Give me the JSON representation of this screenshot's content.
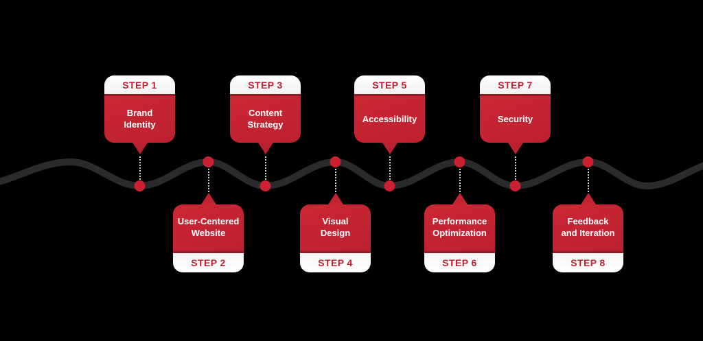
{
  "infographic": {
    "description": "8-step process timeline with alternating cards above and below a wavy line",
    "colors": {
      "background": "#000000",
      "wave": "#2b2b2e",
      "dot_red": "#cc2133",
      "card_red": "#c32431",
      "card_white": "#ffffff",
      "step_label_red": "#c01f2f",
      "connector_gray": "#d6d6d6"
    }
  },
  "steps": [
    {
      "step": "STEP 1",
      "title": "Brand\nIdentity",
      "position": "top"
    },
    {
      "step": "STEP 2",
      "title": "User-Centered\nWebsite",
      "position": "bottom"
    },
    {
      "step": "STEP 3",
      "title": "Content\nStrategy",
      "position": "top"
    },
    {
      "step": "STEP 4",
      "title": "Visual\nDesign",
      "position": "bottom"
    },
    {
      "step": "STEP 5",
      "title": "Accessibility",
      "position": "top"
    },
    {
      "step": "STEP 6",
      "title": "Performance\nOptimization",
      "position": "bottom"
    },
    {
      "step": "STEP 7",
      "title": "Security",
      "position": "top"
    },
    {
      "step": "STEP 8",
      "title": "Feedback\nand Iteration",
      "position": "bottom"
    }
  ]
}
